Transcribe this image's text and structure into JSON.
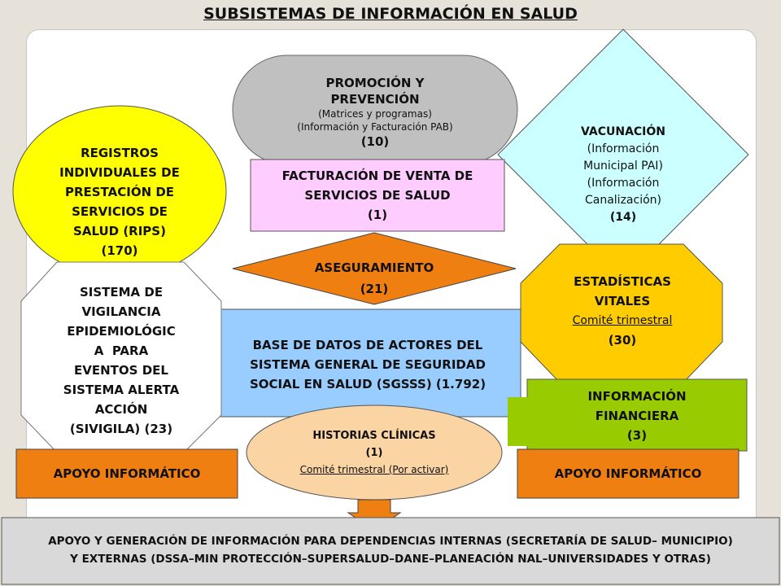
{
  "title": "SUBSISTEMAS DE INFORMACIÓN EN SALUD",
  "promocion": {
    "line1": "PROMOCIÓN Y",
    "line2": "PREVENCIÓN",
    "sub1": "(Matrices y programas)",
    "sub2": "(Información y Facturación PAB)",
    "count": "(10)"
  },
  "vacunacion": {
    "title": "VACUNACIÓN",
    "l1": "(Información",
    "l2": "Municipal PAI)",
    "l3": "(Información",
    "l4": "Canalización)",
    "count": "(14)"
  },
  "rips": {
    "l1": "REGISTROS",
    "l2": "INDIVIDUALES DE",
    "l3": "PRESTACIÓN DE",
    "l4": "SERVICIOS DE",
    "l5": "SALUD (RIPS)",
    "count": "(170)"
  },
  "facturacion": {
    "l1": "FACTURACIÓN DE VENTA DE",
    "l2": "SERVICIOS DE SALUD",
    "count": "(1)"
  },
  "aseguramiento": {
    "label": "ASEGURAMIENTO",
    "count": "(21)"
  },
  "estadisticas": {
    "l1": "ESTADÍSTICAS",
    "l2": "VITALES",
    "comite": "Comité trimestral",
    "count": "(30)"
  },
  "sivigila": {
    "l1": "SISTEMA DE",
    "l2": "VIGILANCIA",
    "l3": "EPIDEMIOLÓGIC",
    "l4": "A  PARA",
    "l5": "EVENTOS DEL",
    "l6": "SISTEMA ALERTA",
    "l7": "ACCIÓN",
    "l8": "(SIVIGILA) (23)"
  },
  "base": {
    "l1": "BASE DE DATOS DE ACTORES DEL",
    "l2": "SISTEMA GENERAL DE SEGURIDAD",
    "l3": "SOCIAL EN SALUD (SGSSS) (1.792)"
  },
  "financiera": {
    "l1": "INFORMACIÓN",
    "l2": "FINANCIERA",
    "count": "(3)"
  },
  "historias": {
    "l1": "HISTORIAS CLÍNICAS",
    "count": "(1)",
    "comite": "Comité trimestral (Por activar)"
  },
  "apoyo_left": "APOYO INFORMÁTICO",
  "apoyo_right": "APOYO INFORMÁTICO",
  "bottom": {
    "l1": "APOYO Y GENERACIÓN DE INFORMACIÓN PARA DEPENDENCIAS INTERNAS (SECRETARÍA DE SALUD– MUNICIPIO)",
    "l2": "Y EXTERNAS (DSSA–MIN PROTECCIÓN–SUPERSALUD–DANE–PLANEACIÓN NAL–UNIVERSIDADES Y OTRAS)"
  },
  "colors": {
    "gray_box": "#c0c0c0",
    "cyan": "#ccffff",
    "yellow": "#ffff00",
    "pink": "#ffccff",
    "orange": "#f07f12",
    "amber": "#ffcc00",
    "white": "#ffffff",
    "blue": "#99ccff",
    "green": "#99cc00",
    "peach": "#fbd4a4",
    "bottom_gray": "#d9d9d9"
  }
}
